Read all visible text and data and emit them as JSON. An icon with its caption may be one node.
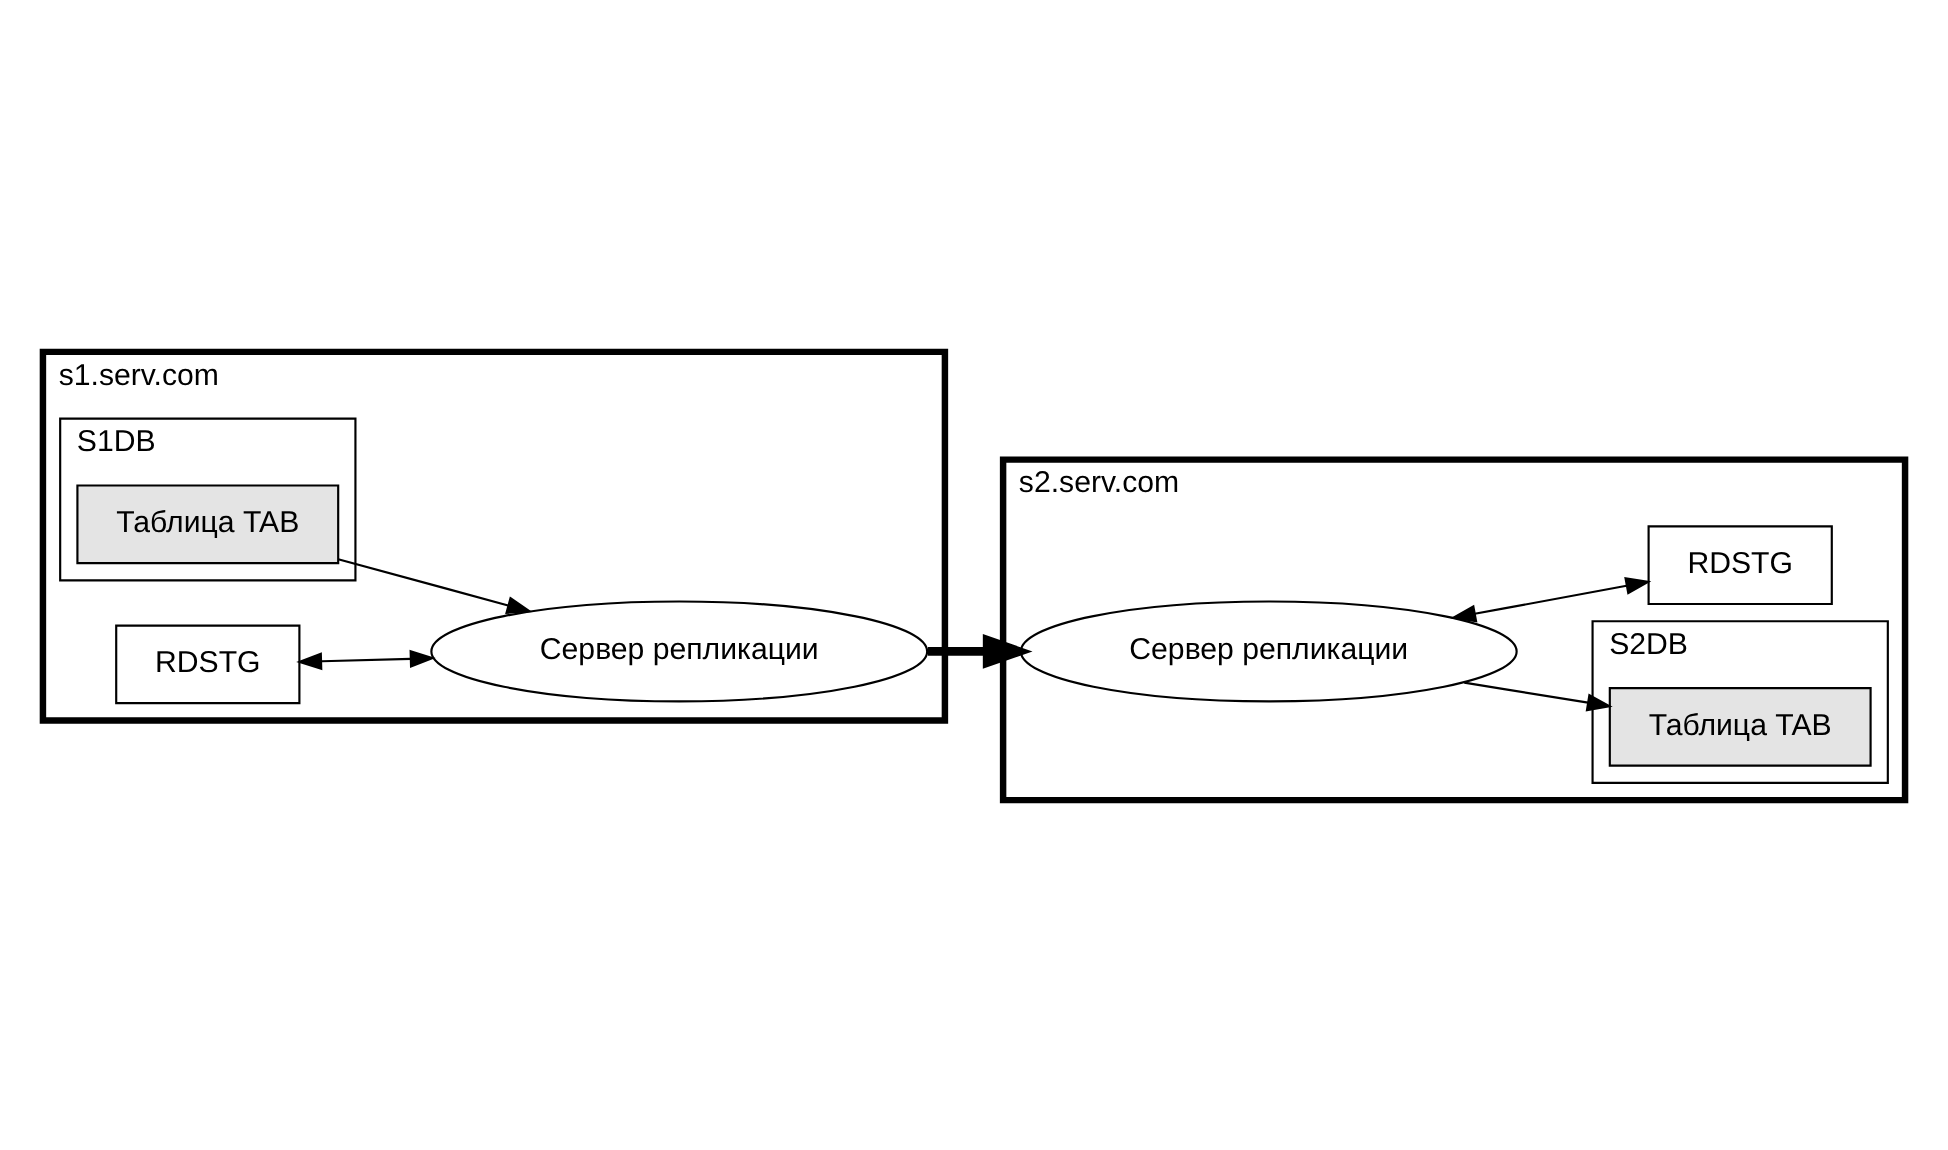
{
  "diagram": {
    "nodes": [
      {
        "text": [
          "s1.serv.com"
        ]
      },
      {
        "text": [
          "S1DB"
        ],
        "in": 0
      },
      {
        "text": [
          "Таблица TAB"
        ],
        "in": 1
      },
      {
        "text": [
          "RDSTG"
        ],
        "in": 0
      },
      {
        "text": [
          "Сервер репликации"
        ],
        "in": 0
      },
      {
        "text": [
          "s2.serv.com"
        ]
      },
      {
        "text": [
          "Сервер репликации"
        ],
        "in": 5
      },
      {
        "text": [
          "S2DB"
        ],
        "in": 5
      },
      {
        "text": [
          "Таблица TAB"
        ],
        "in": 7
      },
      {
        "text": [
          "RDSTG"
        ],
        "in": 5
      }
    ],
    "edges": [
      {
        "from": 2,
        "to": 4,
        "arrow": "to"
      },
      {
        "from": 3,
        "to": 4,
        "arrow": "both"
      },
      {
        "from": 4,
        "to": 6,
        "arrow": "to",
        "style": "thick"
      },
      {
        "from": 6,
        "to": 8,
        "arrow": "to"
      },
      {
        "from": 6,
        "to": 9,
        "arrow": "both"
      }
    ]
  }
}
